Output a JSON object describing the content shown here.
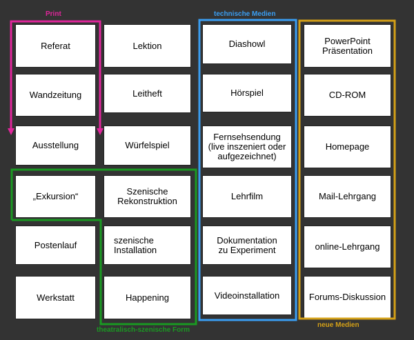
{
  "colors": {
    "print": "#e0259b",
    "technische_medien": "#3a9ef2",
    "neue_medien": "#d4a017",
    "theatralisch": "#1a9a22",
    "background": "#333333"
  },
  "groups": {
    "print": "Print",
    "technische_medien": "technische Medien",
    "neue_medien": "neue Medien",
    "theatralisch": "theatralisch-szenische Form"
  },
  "col1": [
    "Referat",
    "Wandzeitung",
    "Ausstellung",
    "„Exkursion“",
    "Postenlauf",
    "Werkstatt"
  ],
  "col2": [
    "Lektion",
    "Leitheft",
    "Würfelspiel",
    "Szenische\nRekonstruktion",
    "szenische\nInstallation",
    "Happening"
  ],
  "col3": [
    "Diashowl",
    "Hörspiel",
    "Fernsehsendung\n(live inszeniert oder\naufgezeichnet)",
    "Lehrfilm",
    "Dokumentation\nzu Experiment",
    "Videoinstallation"
  ],
  "col4": [
    "PowerPoint\nPräsentation",
    "CD-ROM",
    "Homepage",
    "Mail-Lehrgang",
    "online-Lehrgang",
    "Forums-Diskussion"
  ]
}
